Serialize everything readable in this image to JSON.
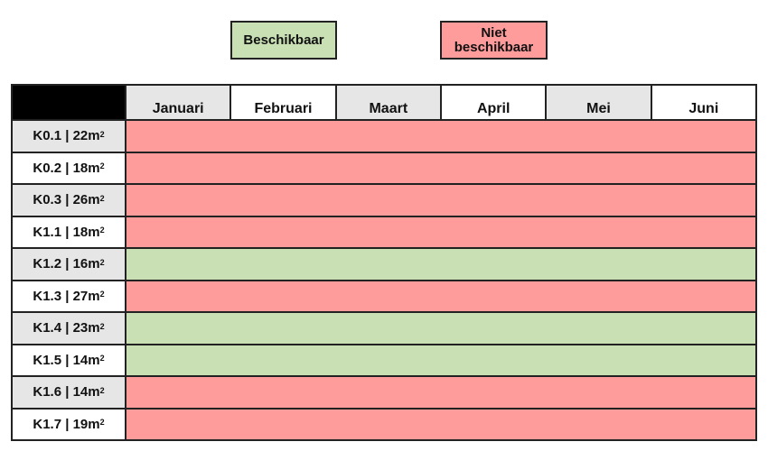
{
  "legend": {
    "available": {
      "label": "Beschikbaar",
      "color": "#c8e0b4"
    },
    "unavailable": {
      "label": "Niet\nbeschikbaar",
      "color": "#fe9c9c"
    }
  },
  "chart_data": {
    "type": "table",
    "columns": [
      "Januari",
      "Februari",
      "Maart",
      "April",
      "Mei",
      "Juni"
    ],
    "rows": [
      {
        "room": "K0.1 | 22m",
        "sup": "2",
        "status": "unavailable"
      },
      {
        "room": "K0.2 | 18m",
        "sup": "2",
        "status": "unavailable"
      },
      {
        "room": "K0.3 | 26m",
        "sup": "2",
        "status": "unavailable"
      },
      {
        "room": "K1.1 | 18m",
        "sup": "2",
        "status": "unavailable"
      },
      {
        "room": "K1.2 | 16m",
        "sup": "2",
        "status": "available"
      },
      {
        "room": "K1.3 | 27m",
        "sup": "2",
        "status": "unavailable"
      },
      {
        "room": "K1.4 | 23m",
        "sup": "2",
        "status": "available"
      },
      {
        "room": "K1.5 | 14m",
        "sup": "2",
        "status": "available"
      },
      {
        "room": "K1.6 | 14m",
        "sup": "2",
        "status": "unavailable"
      },
      {
        "room": "K1.7 | 19m",
        "sup": "2",
        "status": "unavailable"
      }
    ]
  }
}
